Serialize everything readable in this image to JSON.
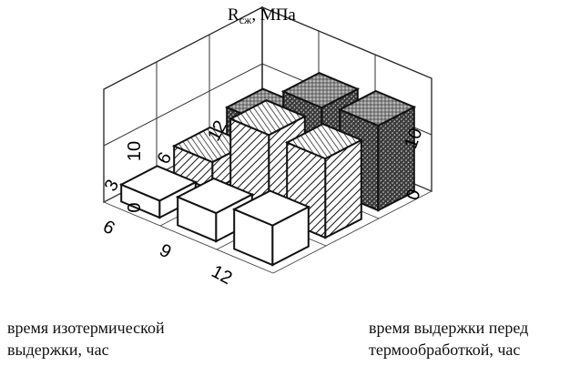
{
  "chart_data": {
    "type": "bar3d",
    "zlabel_main": "R",
    "zlabel_sub": "сж",
    "zlabel_rest": ", МПа",
    "xlabel_line1": "время изотермической",
    "xlabel_line2": "выдержки, час",
    "ylabel_line1": "время выдержки перед",
    "ylabel_line2": "термообработкой, час",
    "x_categories": [
      "12",
      "9",
      "6"
    ],
    "y_categories": [
      "3",
      "6",
      "12"
    ],
    "z_ticks_left": [
      "0",
      "10"
    ],
    "z_ticks_right": [
      "0",
      "10"
    ],
    "zlim": [
      0,
      20
    ],
    "bars": [
      {
        "x": "12",
        "y": "3",
        "value": 7,
        "fill": "white"
      },
      {
        "x": "9",
        "y": "3",
        "value": 5,
        "fill": "white"
      },
      {
        "x": "6",
        "y": "3",
        "value": 3,
        "fill": "white"
      },
      {
        "x": "12",
        "y": "6",
        "value": 14,
        "fill": "hatch"
      },
      {
        "x": "9",
        "y": "6",
        "value": 14,
        "fill": "hatch"
      },
      {
        "x": "6",
        "y": "6",
        "value": 5,
        "fill": "hatch"
      },
      {
        "x": "12",
        "y": "12",
        "value": 15,
        "fill": "stipple"
      },
      {
        "x": "9",
        "y": "12",
        "value": 14,
        "fill": "stipple"
      },
      {
        "x": "6",
        "y": "12",
        "value": 7,
        "fill": "stipple"
      }
    ]
  }
}
